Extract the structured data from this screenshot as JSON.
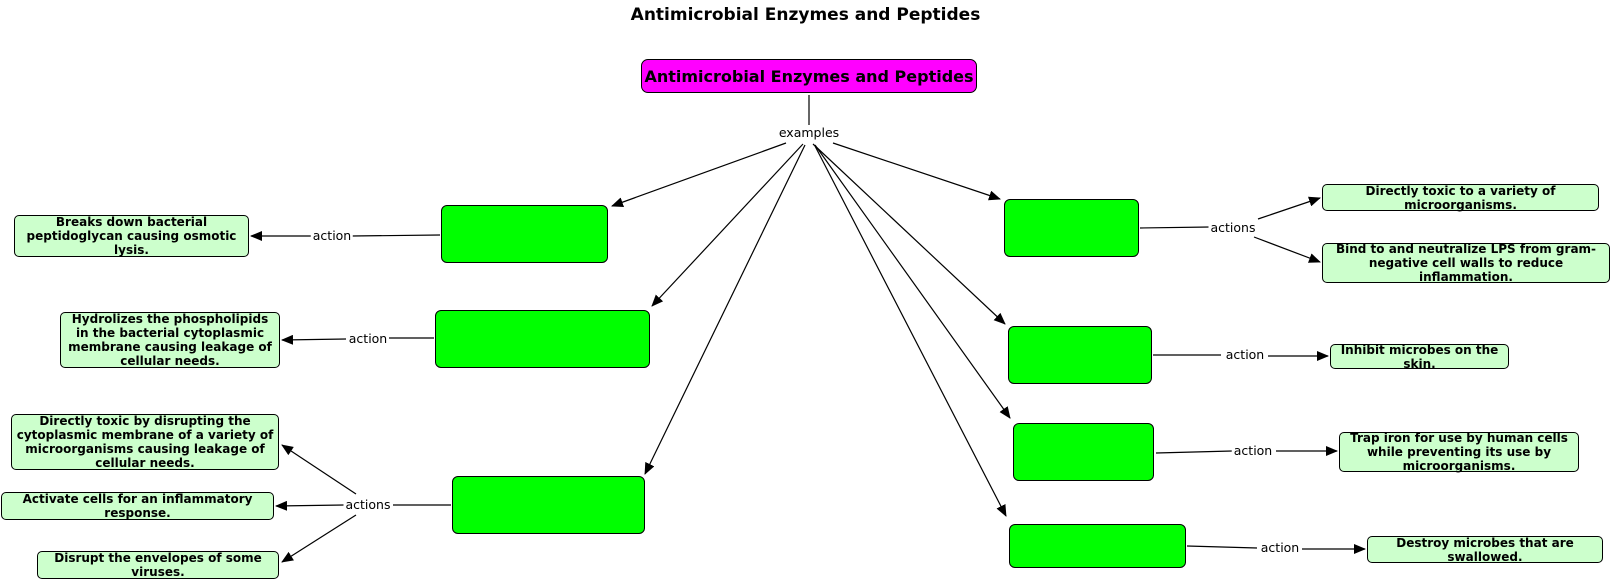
{
  "title": "Antimicrobial Enzymes and Peptides",
  "root_label": "Antimicrobial Enzymes and Peptides",
  "colors": {
    "root": "#ff00ff",
    "example": "#00ff00",
    "description": "#ccffcc"
  },
  "labels": {
    "examples": "examples",
    "action": "action",
    "actions": "actions"
  },
  "descriptions": {
    "peptidoglycan": "Breaks down bacterial peptidoglycan causing osmotic lysis.",
    "phospholipids": "Hydrolizes the phospholipids in the bacterial cytoplasmic membrane causing leakage of cellular needs.",
    "disrupt_membrane": "Directly toxic by disrupting the cytoplasmic membrane of a variety of microorganisms causing leakage of cellular needs.",
    "inflammatory": "Activate cells for an inflammatory response.",
    "envelopes": "Disrupt the envelopes of some viruses.",
    "toxic": "Directly toxic to a variety of microorganisms.",
    "lps": "Bind to and neutralize LPS from gram-negative cell walls to reduce inflammation.",
    "skin": "Inhibit microbes on the skin.",
    "iron": "Trap iron for use by human cells while preventing its use by microorganisms.",
    "swallowed": "Destroy microbes that are swallowed."
  }
}
